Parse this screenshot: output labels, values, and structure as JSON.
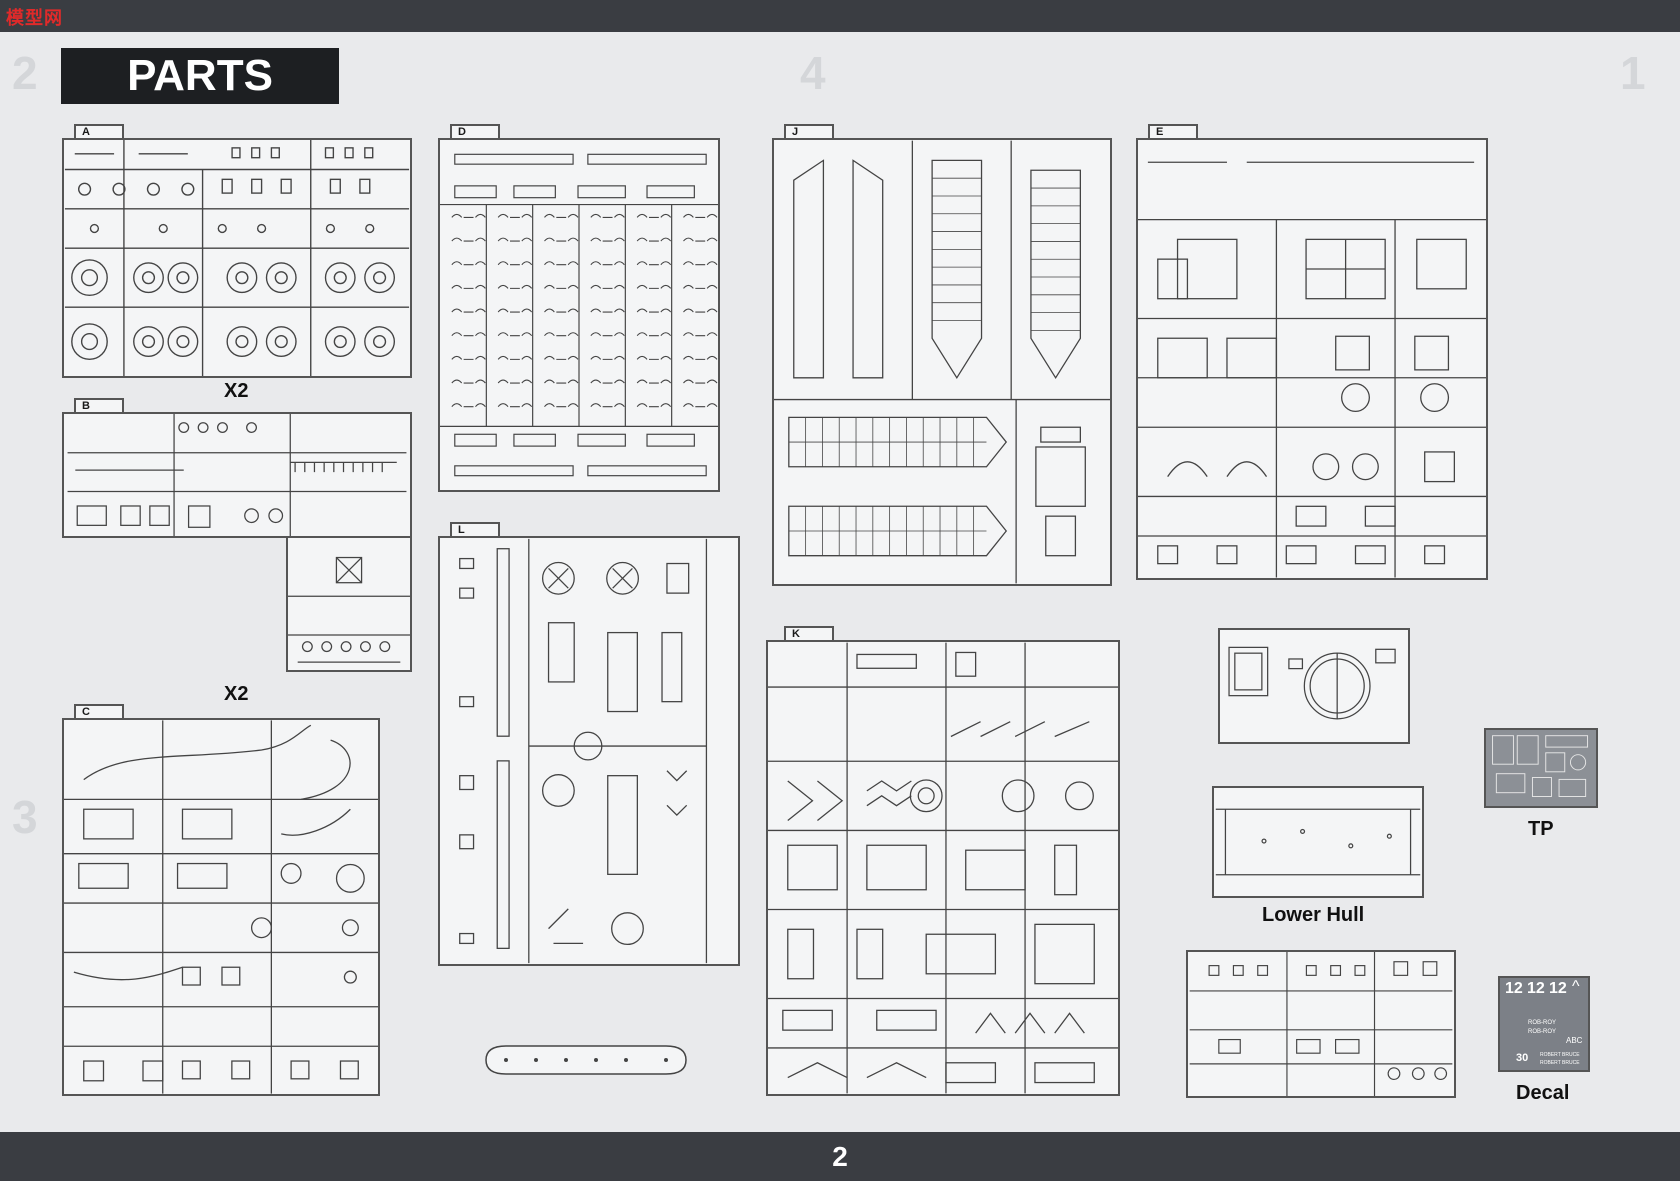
{
  "header": {
    "logo_text": "模型网"
  },
  "title": "PARTS",
  "sprues": {
    "A": {
      "label": "A",
      "multiplier": "X2"
    },
    "B": {
      "label": "B",
      "multiplier": "X2"
    },
    "C": {
      "label": "C"
    },
    "D": {
      "label": "D"
    },
    "L": {
      "label": "L"
    },
    "J": {
      "label": "J"
    },
    "K": {
      "label": "K"
    },
    "E": {
      "label": "E"
    }
  },
  "extras": {
    "lower_hull": "Lower Hull",
    "tp": "TP",
    "decal": "Decal",
    "decal_numbers": [
      "12",
      "12",
      "12"
    ],
    "decal_small_texts": [
      "ROB-ROY",
      "ROB-ROY",
      "ABC",
      "30",
      "ROBERT BRUCE",
      "ROBERT BRUCE"
    ]
  },
  "ghost_step_numbers": [
    "2",
    "4",
    "1",
    "3"
  ],
  "page_number": "2"
}
